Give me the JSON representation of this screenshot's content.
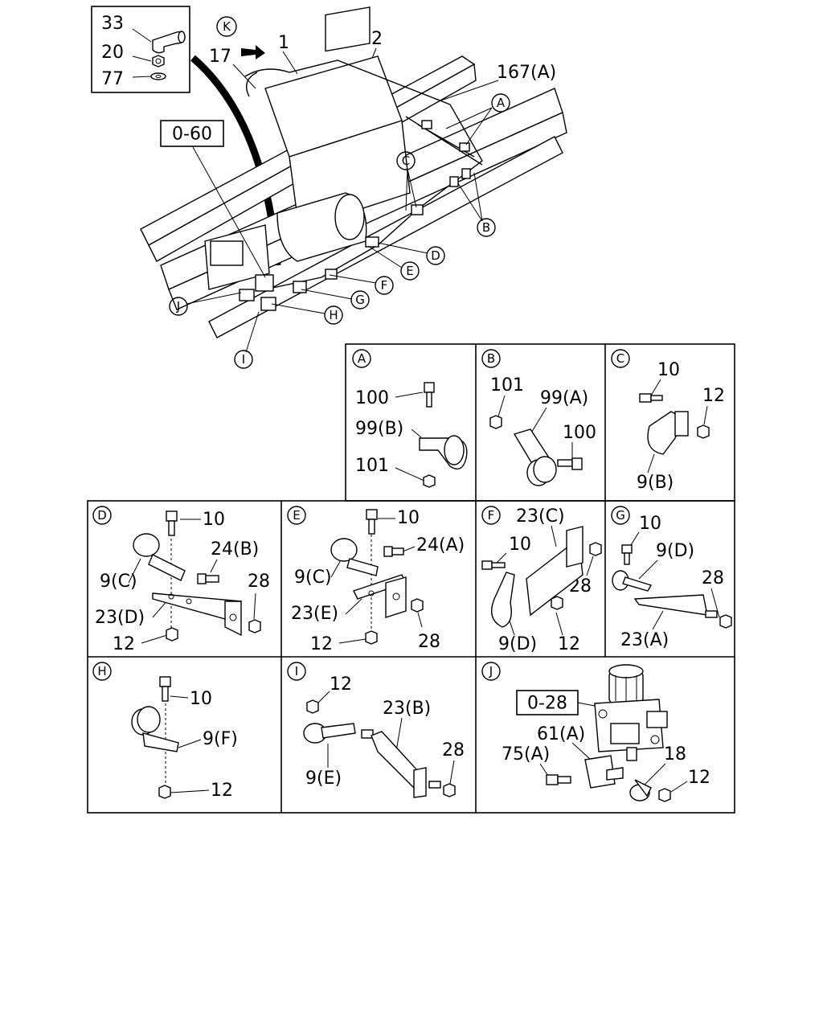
{
  "main": {
    "view_marker": "K",
    "ref_box_1": "0-60",
    "ref_box_2": "0-28",
    "parts": {
      "p33": "33",
      "p20": "20",
      "p77": "77",
      "p17": "17",
      "p1": "1",
      "p2": "2",
      "p167a": "167(A)",
      "a": "A",
      "b": "B",
      "c": "C",
      "d": "D",
      "e": "E",
      "f": "F",
      "g": "G",
      "h": "H",
      "i": "I",
      "j": "J"
    }
  },
  "panels": {
    "A": {
      "letter": "A",
      "labels": [
        "100",
        "99(B)",
        "101"
      ]
    },
    "B": {
      "letter": "B",
      "labels": [
        "101",
        "99(A)",
        "100"
      ]
    },
    "C": {
      "letter": "C",
      "labels": [
        "10",
        "12",
        "9(B)"
      ]
    },
    "D": {
      "letter": "D",
      "labels": [
        "10",
        "24(B)",
        "9(C)",
        "28",
        "23(D)",
        "12"
      ]
    },
    "E": {
      "letter": "E",
      "labels": [
        "10",
        "24(A)",
        "9(C)",
        "23(E)",
        "12",
        "28"
      ]
    },
    "F": {
      "letter": "F",
      "labels": [
        "23(C)",
        "10",
        "28",
        "9(D)",
        "12"
      ]
    },
    "G": {
      "letter": "G",
      "labels": [
        "10",
        "9(D)",
        "28",
        "23(A)"
      ]
    },
    "H": {
      "letter": "H",
      "labels": [
        "10",
        "9(F)",
        "12"
      ]
    },
    "I": {
      "letter": "I",
      "labels": [
        "12",
        "23(B)",
        "28",
        "9(E)"
      ]
    },
    "J": {
      "letter": "J",
      "labels": [
        "0-28",
        "61(A)",
        "75(A)",
        "18",
        "12"
      ]
    }
  }
}
